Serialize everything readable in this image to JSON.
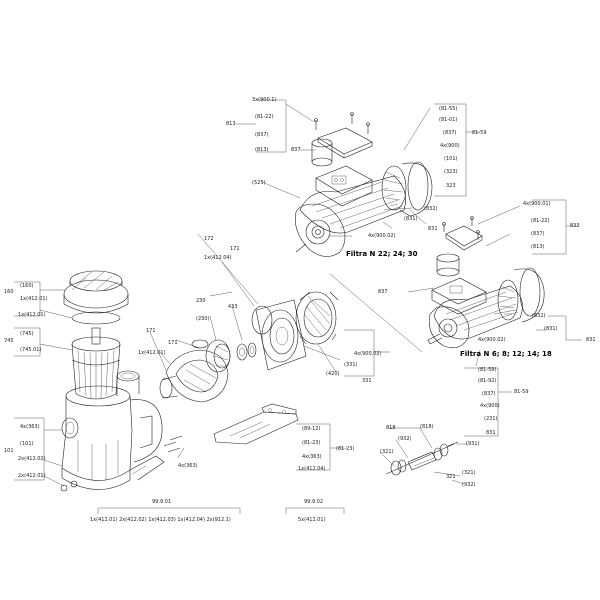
{
  "titles": {
    "motor_top": "Filtra N 22; 24; 30",
    "motor_bottom": "Filtra N  6; 8; 12; 14; 18"
  },
  "labels": {
    "t900_1": "3x(900.1)",
    "t813": "813",
    "t81_22": "(81-22)",
    "t837b": "(837)",
    "t813b": "(813)",
    "t837": "837",
    "t81_55": "(81-55)",
    "t81_01": "(81-01)",
    "t837c": "(837)",
    "t4x900": "4x(900)",
    "t101b": "(101)",
    "t323": "(323)",
    "t323b": "323",
    "t81_59": "81-59",
    "t525": "(525)",
    "t832": "(832)",
    "t831": "(831)",
    "t831b": "831",
    "t4x900_02a": "4x(900.02)",
    "t4x900_01": "4x(900.01)",
    "t81_22b": "(81-22)",
    "t837d": "(837)",
    "t813c": "(813)",
    "t833": "833",
    "t837e": "837",
    "t832b": "(832)",
    "t831c": "(831)",
    "t831d": "831",
    "t4x900_02b": "4x(900.02)",
    "t81_59b": "(81-59)",
    "t81_92": "(81-92)",
    "t837f": "(837)",
    "t4x900b": "4x(900)",
    "t231": "(231)",
    "t831e": "831",
    "t81_59c": "81-59",
    "t172": "172",
    "t1x412_04": "1x(412.04)",
    "t171": "171",
    "t230": "230",
    "t230b": "(230)",
    "t433": "433",
    "t171b": "171",
    "t171c": "171",
    "t1x412_01": "1x(412.01)",
    "t420": "(420)",
    "t331": "(331)",
    "t331b": "331",
    "t4x900_02c": "4x(900.02)",
    "t160": "(160)",
    "t160b": "160",
    "t1x412_01b": "1x(412.01)",
    "t1x412_01c": "1x(412.01)",
    "t745": "(745)",
    "t745b": "745",
    "t745_01": "(745.01)",
    "t4x363": "4x(363)",
    "t101": "(101)",
    "t101c": "101",
    "t2x412_02": "2x(412.02)",
    "t2x412_01": "2x(412.01)",
    "t4x363b": "4x(363)",
    "t89_12": "(89-12)",
    "t81_23": "(81-23)",
    "t4x363c": "4x(363)",
    "t1x412_04b": "1x(412.04)",
    "t81_23b": "(81-23)",
    "t818": "818",
    "t932": "(932)",
    "t818b": "(818)",
    "t321": "(321)",
    "t931": "(931)",
    "t321b": "(321)",
    "t321c": "321",
    "t932b": "(932)",
    "t99_9_01": "99.9.01",
    "bottom_list": "1x(412.01)  2x(412.02) 1x(412.03) 1x(412.04) 2x(912.1)",
    "t99_9_02": "99.9.02",
    "t5x412_01": "5x(412.01)"
  }
}
